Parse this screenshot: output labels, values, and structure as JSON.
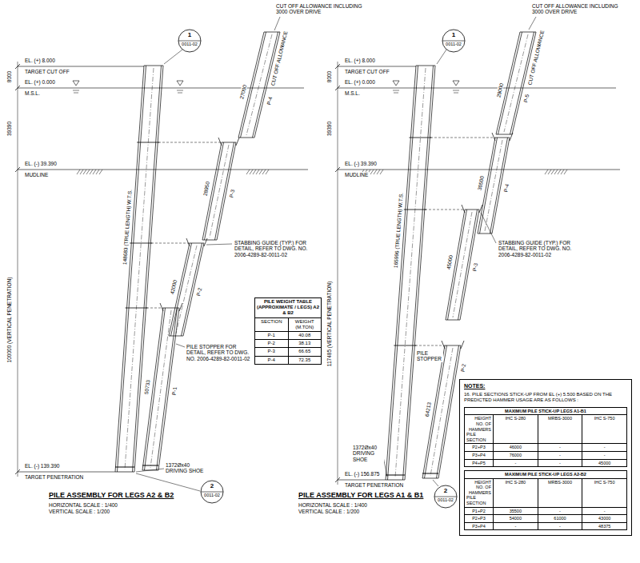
{
  "diagram": {
    "nodes": [
      {
        "text": [
          "1",
          "0011-02"
        ]
      },
      {
        "text": [
          "1",
          "0011-02"
        ]
      },
      {
        "text": [
          "2",
          "0011-02"
        ]
      },
      {
        "text": [
          "2",
          "0011-02"
        ]
      },
      {
        "text": [
          "PILE WEIGHT TABLE (APPROXIMATE / LEGS) A2 & B2",
          "SECTION",
          "WEIGHT (M.TON)",
          "P-1",
          "40.08",
          "P-2",
          "38.13",
          "P-3",
          "66.65",
          "P-4",
          "72.35"
        ]
      },
      {
        "text": [
          "NOTES:",
          "16. PILE SECTIONS STICK-UP FROM EL (+) 5.500 BASED ON THE PREDICTED HAMMER USAGE ARE AS FOLLOWS :"
        ]
      },
      {
        "text": [
          "MAXIMUM PILE STICK-UP LEGS A1-B1",
          "HEIGHT NO. OF HAMMERS",
          "PILE SECTION",
          "IHC S-280",
          "MRBS-3000",
          "IHC S-750",
          "P2+P3",
          "46000",
          "-",
          "-",
          "P3+P4",
          "76000",
          "-",
          "-",
          "P4+P5",
          "-",
          "-",
          "45000"
        ],
        "in": 5
      },
      {
        "text": [
          "MAXIMUM PILE STICK-UP LEGS A2-B2",
          "HEIGHT NO. OF HAMMERS",
          "PILE SECTION",
          "IHC S-280",
          "MRBS-3000",
          "IHC S-750",
          "P1+P2",
          "35500",
          "-",
          "-",
          "P2+P3",
          "54000",
          "61000",
          "43000",
          "P3+P4",
          "-",
          "-",
          "48375"
        ],
        "in": 5
      }
    ],
    "labels": [
      "CUT OFF ALLOWANCE INCLUDING 3000 OVER DRIVE",
      "EL. (+) 8.000",
      "TARGET CUT OFF",
      "EL. (+) 0.000",
      "M.S.L.",
      "EL. (-) 39.390",
      "MUDLINE",
      "EL. (-) 139.390",
      "TARGET PENETRATION",
      "8000",
      "39390",
      "100000 (VERTICAL PENETRATION)",
      "148683 (TRUE LENGTH) W.T.S.",
      "CUT OFF ALLOWANCE",
      "P-4",
      "27000",
      "P-3",
      "28950",
      "P-2",
      "42000",
      "P-1",
      "50733",
      "STABBING GUIDE (TYP.) FOR DETAIL, REFER TO DWG. NO. 2006-4289-82-0011-02",
      "PILE STOPPER FOR DETAIL, REFER TO DWG. NO. 2006-4289-82-0011-02",
      "1372Øx40 DRIVING SHOE",
      "PILE ASSEMBLY FOR LEGS A2 & B2",
      "HORIZONTAL SCALE : 1/400",
      "VERTICAL SCALE : 1/200",
      "CUT OFF ALLOWANCE INCLUDING 3000 OVER DRIVE",
      "EL. (+) 8.000",
      "TARGET CUT OFF",
      "EL. (+) 0.000",
      "M.S.L.",
      "EL. (-) 39.390",
      "MUDLINE",
      "EL. (-) 156.875",
      "TARGET PENETRATION",
      "8000",
      "39390",
      "117485 (VERTICAL PENETRATION)",
      "165996 (TRUE LENGTH) W.T.S.",
      "CUT OFF ALLOWANCE",
      "P-5",
      "29000",
      "P-4",
      "30500",
      "P-3",
      "45000",
      "P-2",
      "64213",
      "STABBING GUIDE (TYP.) FOR DETAIL, REFER TO DWG. NO. 2006-4289-82-0011-02",
      "PILE STOPPER",
      "1372Øx40 DRIVING SHOE",
      "PILE ASSEMBLY FOR LEGS A1 & B1",
      "HORIZONTAL SCALE : 1/400",
      "VERTICAL SCALE : 1/200"
    ]
  }
}
